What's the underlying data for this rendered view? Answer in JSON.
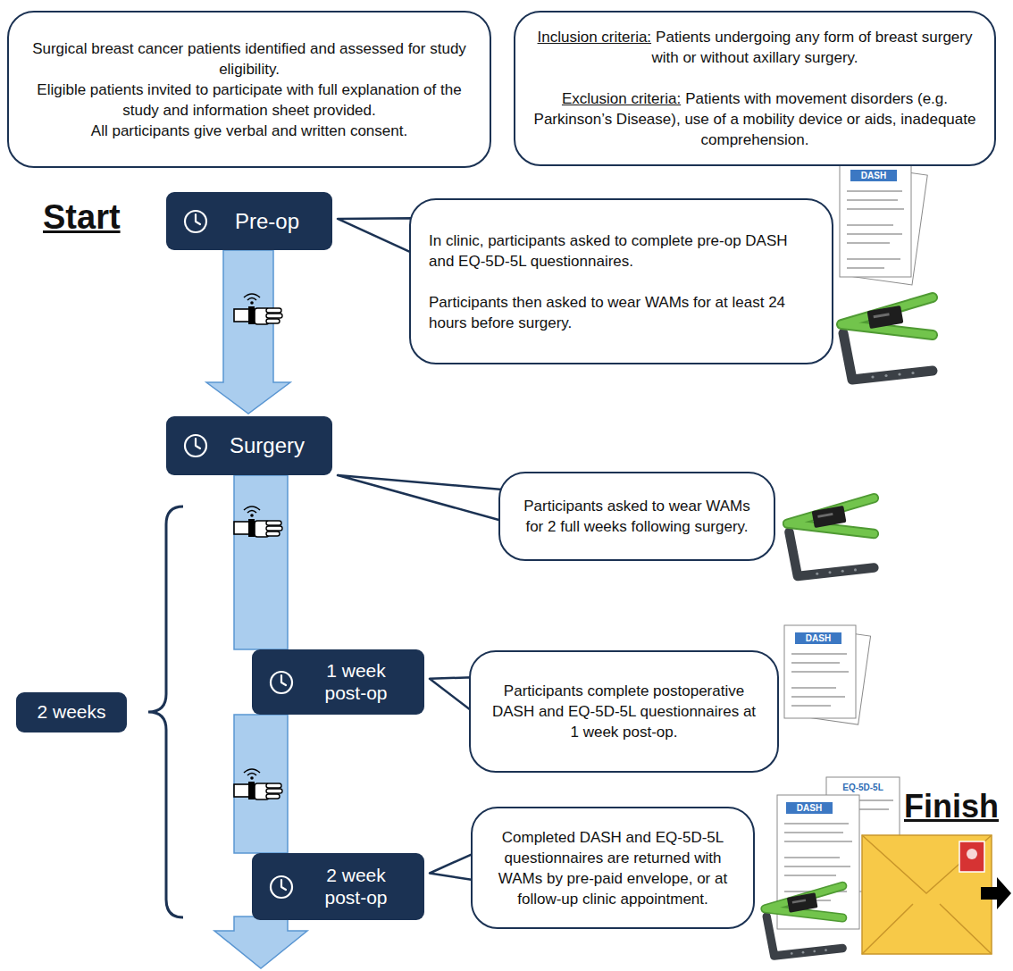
{
  "diagram": {
    "nodes": [
      {
        "text": [
          "Surgical breast cancer patients identified and assessed for study eligibility.",
          "Eligible patients invited to participate with full explanation of the study and information sheet provided.",
          "All participants give verbal and written consent."
        ]
      },
      {
        "text": [
          "Inclusion criteria:",
          "Patients undergoing any form of breast surgery with or without axillary surgery.",
          "Exclusion criteria:",
          "Patients with movement disorders (e.g. Parkinson’s Disease), use of a mobility device or aids, inadequate comprehension."
        ]
      },
      {
        "text": [
          "Pre-op"
        ]
      },
      {
        "text": [
          "In clinic, participants asked to complete pre-op DASH and EQ-5D-5L questionnaires.",
          "Participants then asked to wear WAMs for at least 24 hours before surgery."
        ]
      },
      {
        "text": [
          "Surgery"
        ]
      },
      {
        "text": [
          "Participants asked to wear WAMs for 2 full weeks following surgery."
        ]
      },
      {
        "text": [
          "2 weeks"
        ]
      },
      {
        "text": [
          "1 week post-op"
        ]
      },
      {
        "text": [
          "Participants complete postoperative DASH and EQ-5D-5L questionnaires at 1 week post-op."
        ]
      },
      {
        "text": [
          "2 week post-op"
        ]
      },
      {
        "text": [
          "Completed DASH and EQ-5D-5L questionnaires are returned with WAMs by pre-paid envelope, or at follow-up clinic appointment."
        ]
      }
    ],
    "edges": [
      {
        "from": 2,
        "to": 4,
        "arrow": "to"
      },
      {
        "from": 2,
        "to": 3,
        "arrow": "none"
      },
      {
        "from": 4,
        "to": 5,
        "arrow": "none"
      },
      {
        "from": 4,
        "to": 7,
        "arrow": "none"
      },
      {
        "from": 7,
        "to": 8,
        "arrow": "none"
      },
      {
        "from": 7,
        "to": 9,
        "arrow": "none"
      },
      {
        "from": 9,
        "to": 10,
        "arrow": "none"
      }
    ],
    "labels": [
      "Start",
      "DASH",
      "DASH",
      "Finish",
      "EQ-5D-5L",
      "DASH"
    ]
  }
}
